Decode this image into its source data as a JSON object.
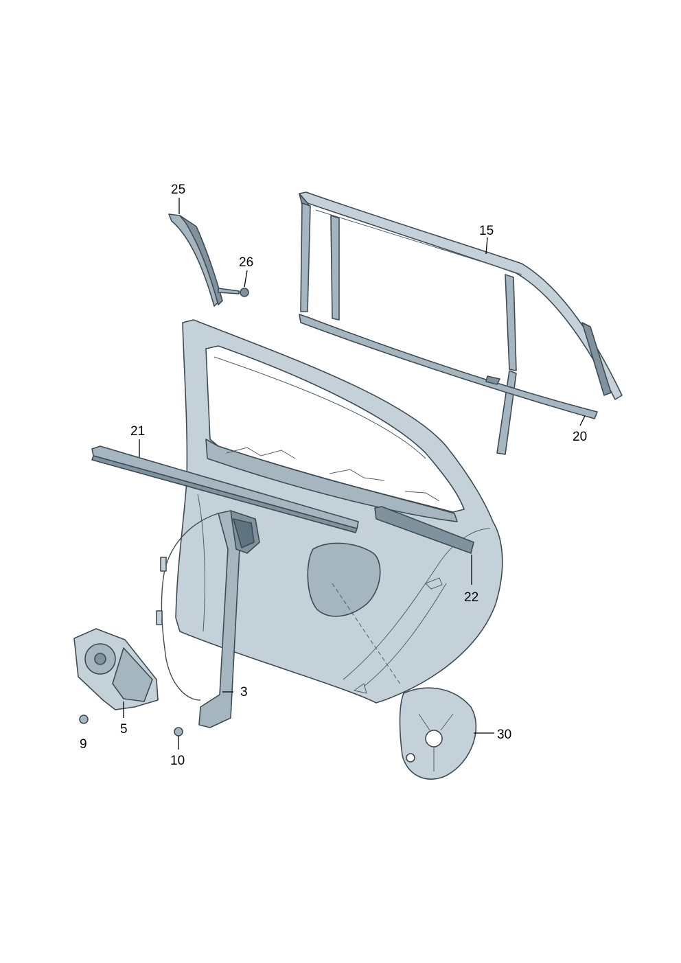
{
  "callouts": [
    {
      "id": "3",
      "text": "3"
    },
    {
      "id": "5",
      "text": "5"
    },
    {
      "id": "9",
      "text": "9"
    },
    {
      "id": "10",
      "text": "10"
    },
    {
      "id": "15",
      "text": "15"
    },
    {
      "id": "20",
      "text": "20"
    },
    {
      "id": "21",
      "text": "21"
    },
    {
      "id": "22",
      "text": "22"
    },
    {
      "id": "25",
      "text": "25"
    },
    {
      "id": "26",
      "text": "26"
    },
    {
      "id": "30",
      "text": "30"
    }
  ],
  "colors": {
    "part_fill": "#c5d1d8",
    "part_shade": "#a6b6c0",
    "part_dark": "#7f929e",
    "outline": "#3d4a54",
    "background": "#ffffff"
  }
}
